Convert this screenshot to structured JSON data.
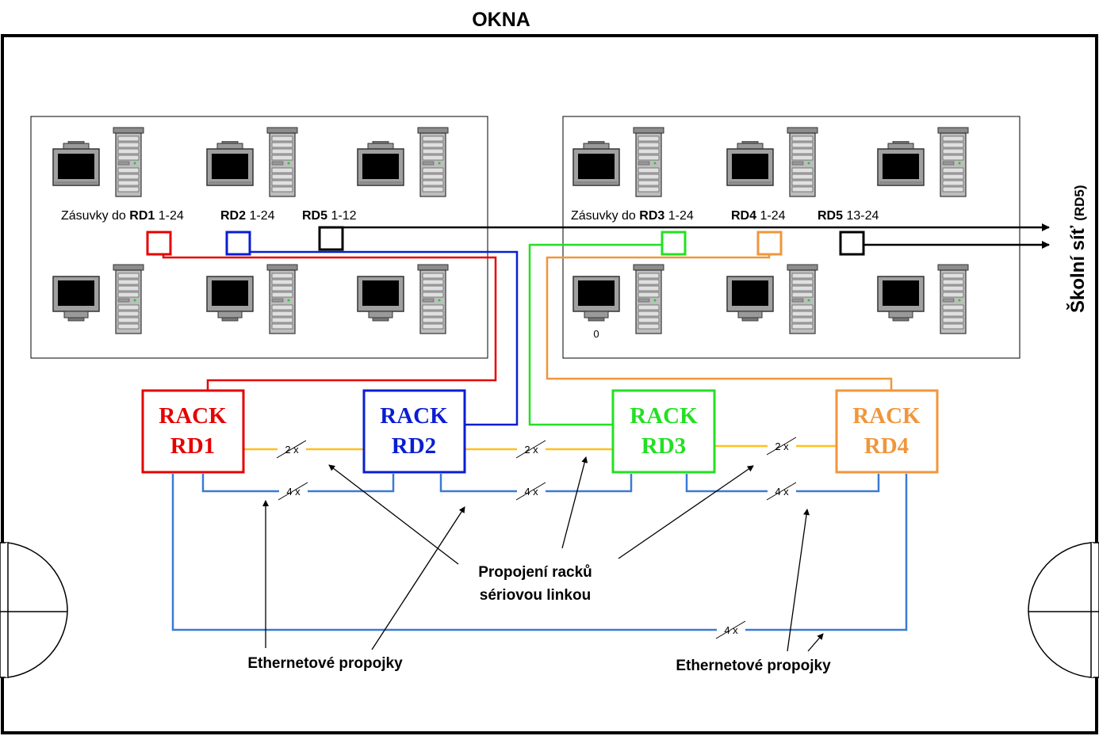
{
  "title": "OKNA",
  "school_network": {
    "main": "Školní síť",
    "sub": "(RD5)"
  },
  "left_block": {
    "prefix": "Zásuvky do ",
    "r1_name": "RD1",
    "r1_range": " 1-24",
    "r2_name": "RD2",
    "r2_range": " 1-24",
    "r3_name": "RD5",
    "r3_range": " 1-12"
  },
  "right_block": {
    "prefix": "Zásuvky do ",
    "r1_name": "RD3",
    "r1_range": " 1-24",
    "r2_name": "RD4",
    "r2_range": " 1-24",
    "r3_name": "RD5",
    "r3_range": " 13-24",
    "computer_label": "0"
  },
  "racks": [
    {
      "line1": "RACK",
      "line2": "RD1",
      "color": "#e60000"
    },
    {
      "line1": "RACK",
      "line2": "RD2",
      "color": "#0a1ed2"
    },
    {
      "line1": "RACK",
      "line2": "RD3",
      "color": "#22e022"
    },
    {
      "line1": "RACK",
      "line2": "RD4",
      "color": "#f0963c"
    }
  ],
  "link_labels": {
    "serial": "2 x",
    "ethernet": "4 x"
  },
  "annotations": {
    "serial_line1": "Propojení racků",
    "serial_line2": "sériovou linkou",
    "ethernet_left": "Ethernetové propojky",
    "ethernet_right": "Ethernetové propojky"
  },
  "colors": {
    "serial": "#ffc020",
    "ethernet": "#3a7bd5",
    "school": "#000000"
  },
  "icons": [
    "monitor-icon",
    "server-tower-icon",
    "door-icon",
    "network-socket-icon"
  ]
}
